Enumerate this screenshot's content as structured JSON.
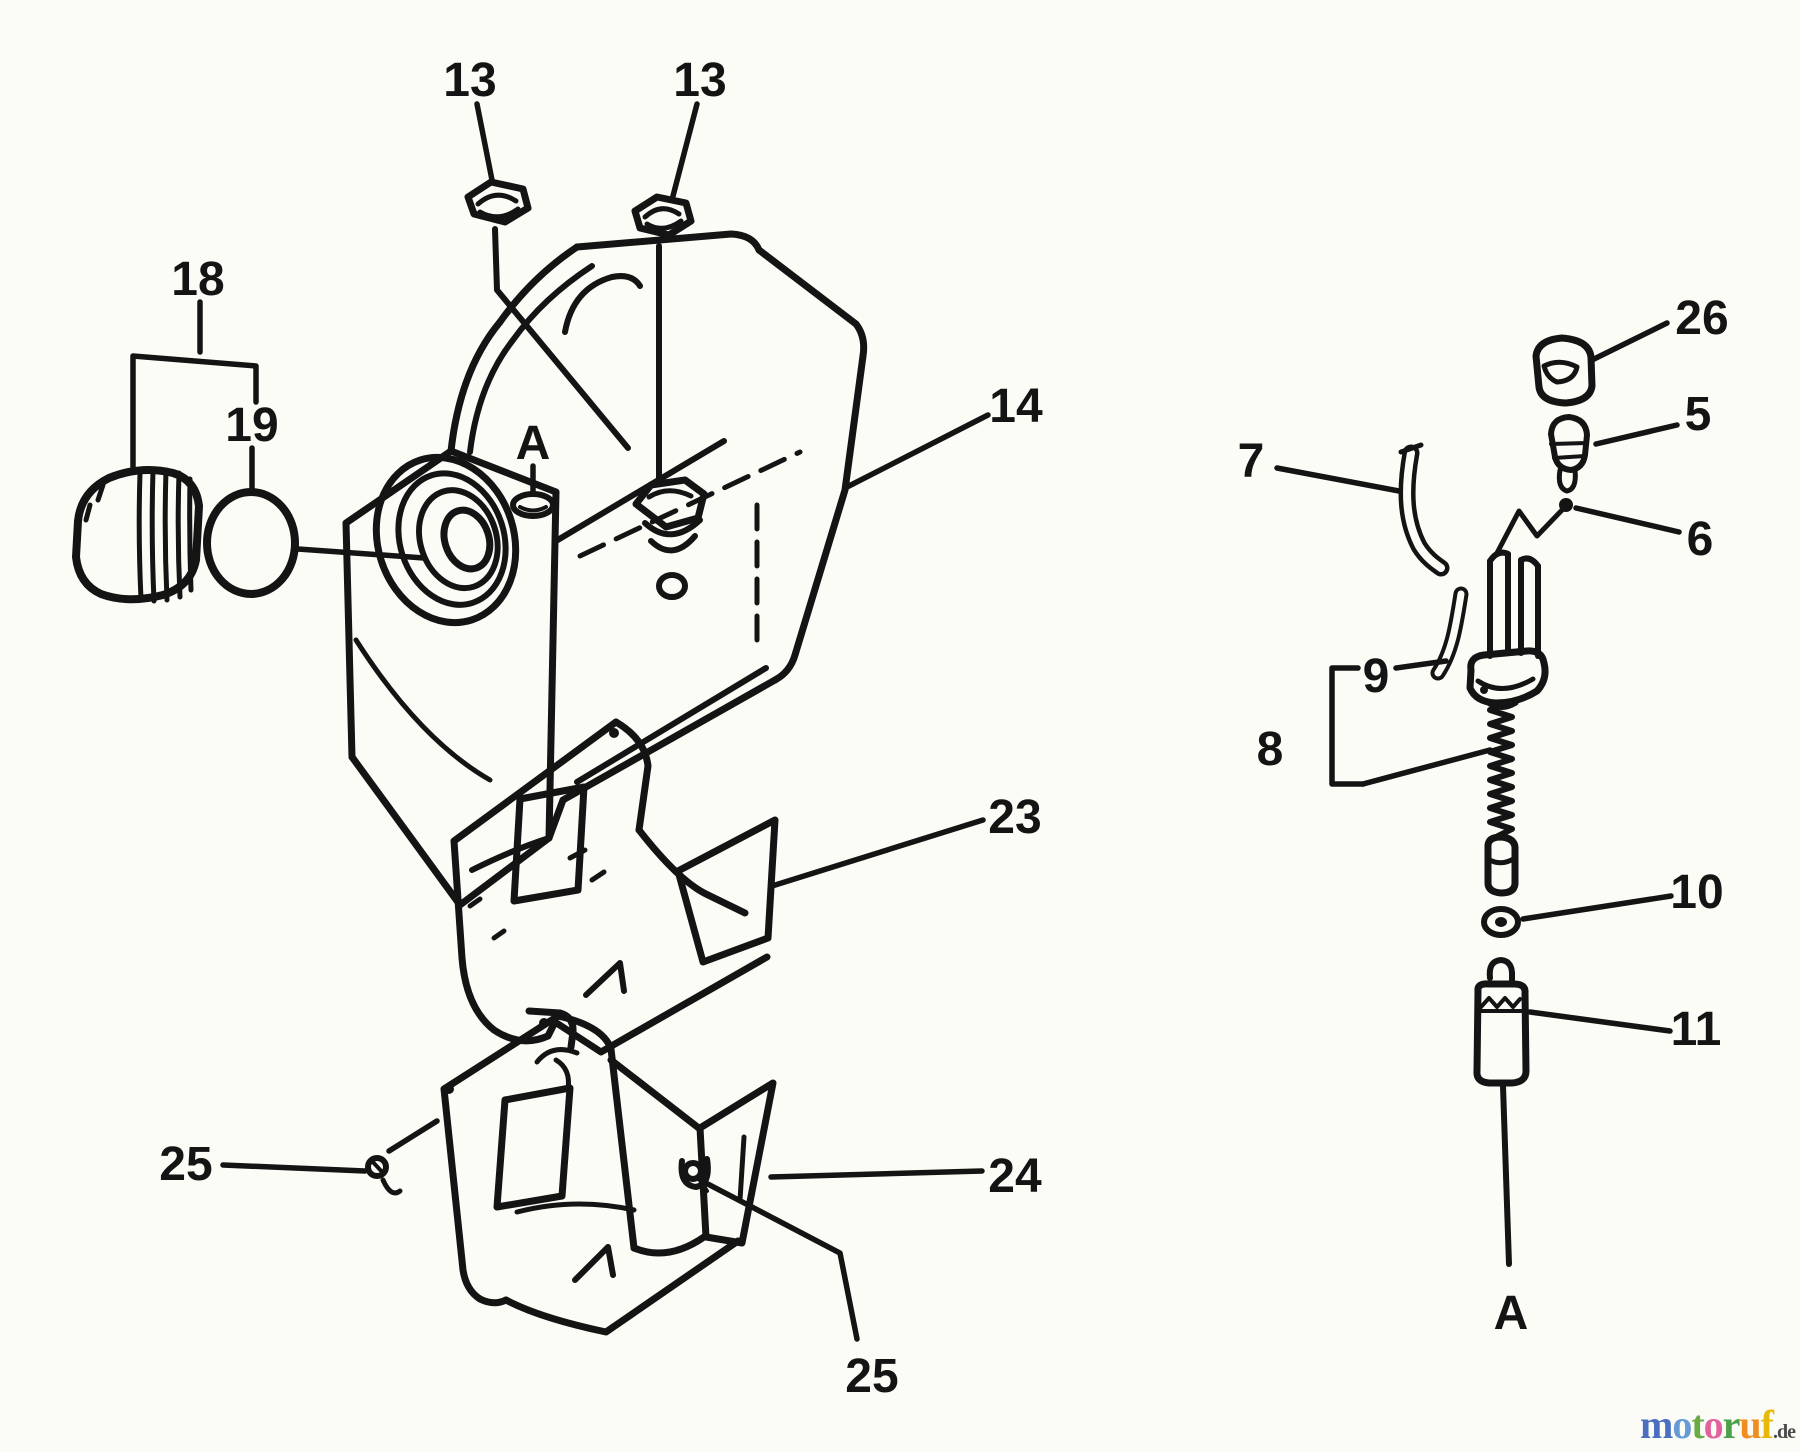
{
  "diagram": {
    "callouts": {
      "n13a": "13",
      "n13b": "13",
      "n18": "18",
      "n19": "19",
      "a_top": "A",
      "n14": "14",
      "n23": "23",
      "n24": "24",
      "n25a": "25",
      "n25b": "25",
      "n26": "26",
      "n5": "5",
      "n6": "6",
      "n7": "7",
      "n8": "8",
      "n9": "9",
      "n10": "10",
      "n11": "11",
      "a_bottom": "A"
    },
    "watermark": {
      "letters": [
        {
          "char": "m",
          "color": "#4a6fc0"
        },
        {
          "char": "o",
          "color": "#679bd6"
        },
        {
          "char": "t",
          "color": "#6aab44"
        },
        {
          "char": "o",
          "color": "#e0639e"
        },
        {
          "char": "r",
          "color": "#4ba04a"
        },
        {
          "char": "u",
          "color": "#ef8d1f"
        },
        {
          "char": "f",
          "color": "#e7b70a"
        },
        {
          "char": ".de",
          "color": "#4a4a4a"
        }
      ]
    }
  }
}
